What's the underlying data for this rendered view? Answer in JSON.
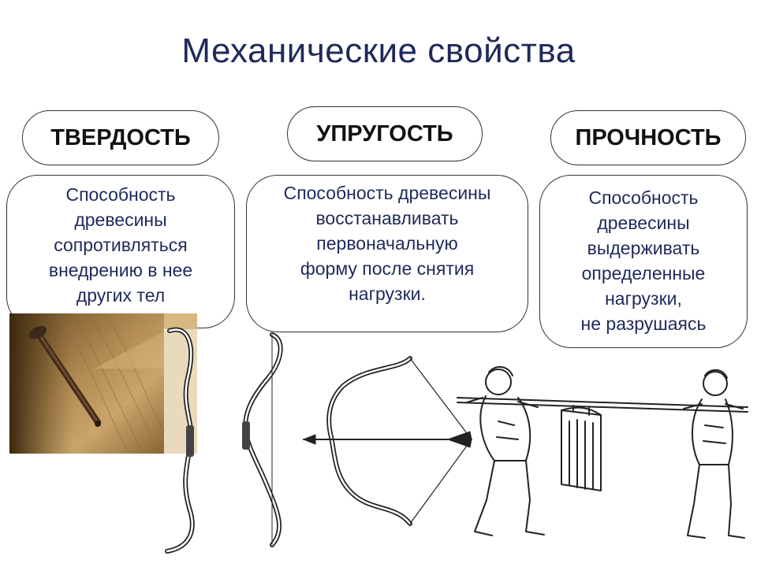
{
  "title": "Механические свойства",
  "properties": [
    {
      "name": "ТВЕРДОСТЬ",
      "lines": [
        "Способность",
        "древесины",
        "сопротивляться",
        "внедрению в нее",
        "других тел"
      ]
    },
    {
      "name": "УПРУГОСТЬ",
      "lines": [
        "Способность древесины",
        "восстанавливать",
        "первоначальную",
        "форму после снятия",
        "нагрузки."
      ]
    },
    {
      "name": "ПРОЧНОСТЬ",
      "lines": [
        "Способность",
        "древесины",
        "выдерживать",
        "определенные",
        "нагрузки,",
        "не разрушаясь"
      ]
    }
  ],
  "images": {
    "hardness": "nail-in-wood-photo",
    "elasticity": "bows-illustration",
    "strength": "men-carrying-load-on-pole"
  }
}
